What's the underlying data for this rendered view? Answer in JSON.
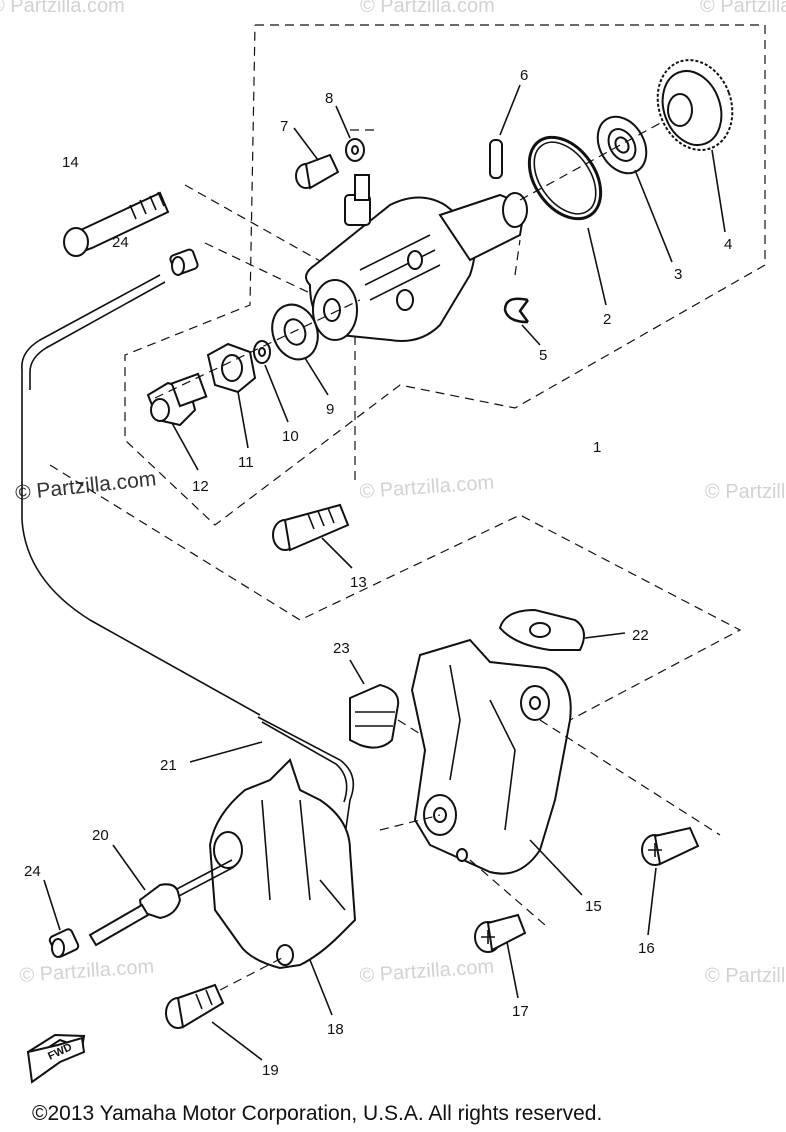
{
  "watermark": "© Partzilla.com",
  "watermark_strong": "© Partzilla.com",
  "copyright": "©2013 Yamaha Motor Corporation, U.S.A. All rights reserved.",
  "fwd_label": "FWD",
  "callouts": [
    "1",
    "2",
    "3",
    "4",
    "5",
    "6",
    "7",
    "8",
    "9",
    "10",
    "11",
    "12",
    "13",
    "14",
    "15",
    "16",
    "17",
    "18",
    "19",
    "20",
    "21",
    "22",
    "23",
    "24",
    "24"
  ]
}
